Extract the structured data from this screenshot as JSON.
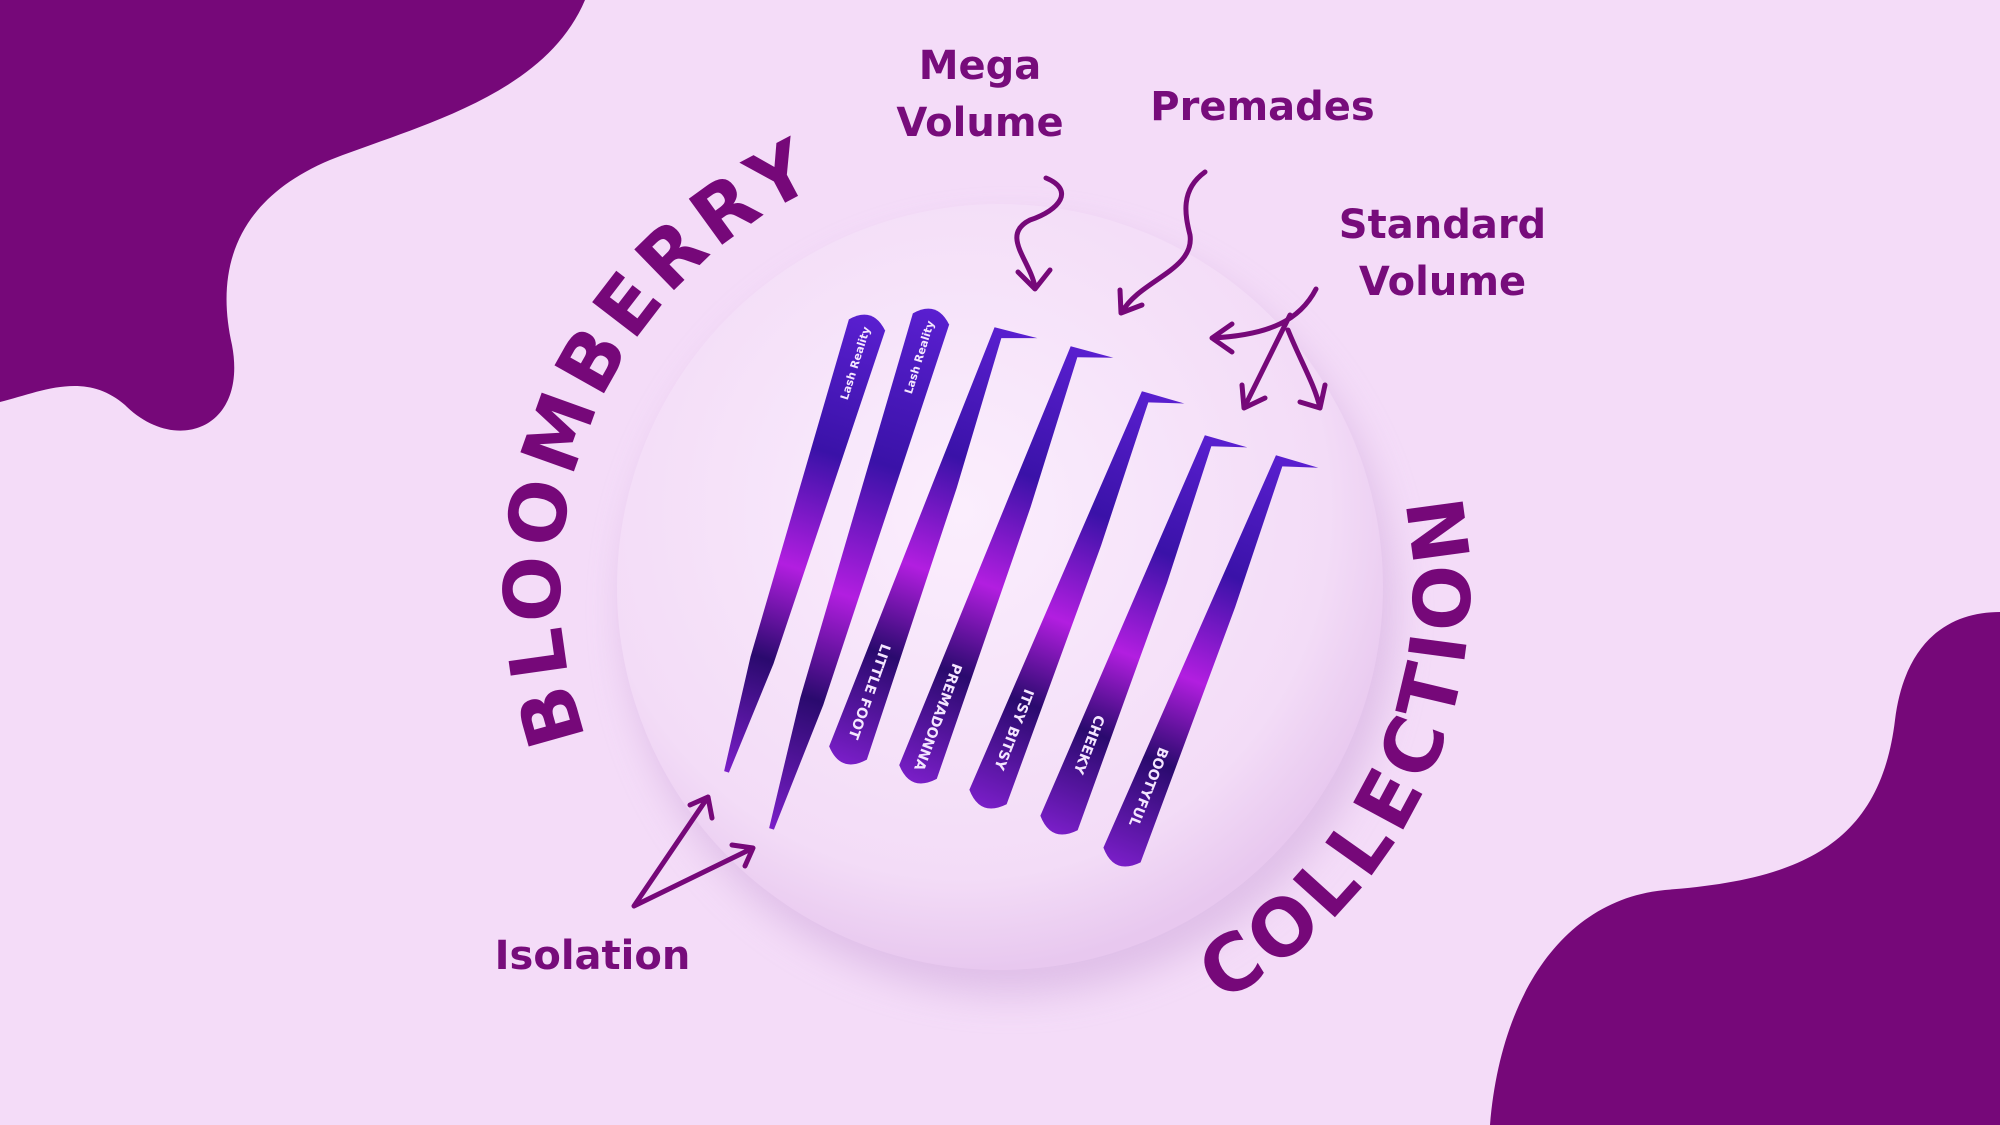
{
  "colors": {
    "background": "#f4dcf8",
    "brand_purple": "#760879",
    "plate": "#f8e6fb"
  },
  "title_arc_left": "BLOOMBERRY",
  "title_arc_right": "COLLECTION",
  "callouts": {
    "mega_volume": [
      "Mega",
      "Volume"
    ],
    "premades": "Premades",
    "standard_volume": [
      "Standard",
      "Volume"
    ],
    "isolation": "Isolation"
  },
  "tweezers": {
    "brand_logo": "Lash Reality",
    "names": [
      "LITTLE FOOT",
      "PREMADONNA",
      "ITSY BITSY",
      "CHEEKY",
      "BOOTYFUL"
    ]
  }
}
